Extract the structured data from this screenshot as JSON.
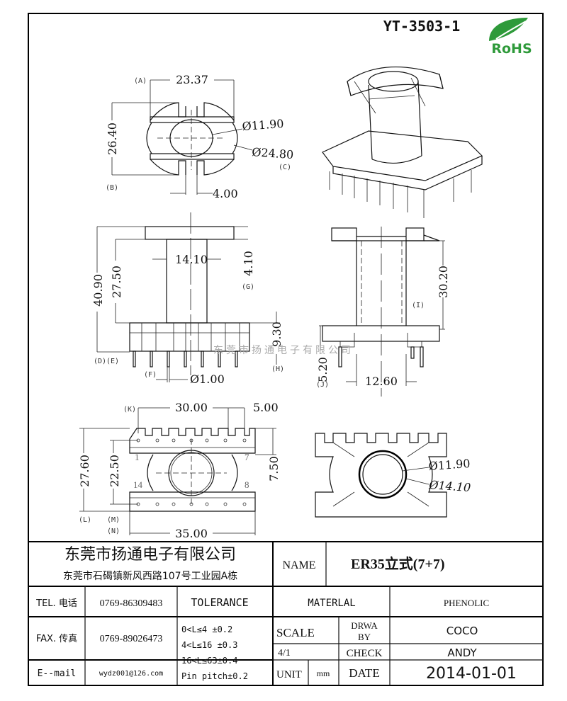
{
  "drawing": {
    "part_code": "YT-3503-1",
    "rohs_label": "RoHS",
    "watermark": "东莞市扬通电子有限公司",
    "top_view": {
      "width": "23.37",
      "height": "26.40",
      "inner_dia": "Ø11.90",
      "outer_dia": "Ø24.80",
      "slot": "4.00",
      "refs": [
        "(A)",
        "(B)",
        "(C)"
      ]
    },
    "front_view": {
      "total_height": "40.90",
      "winding_height": "27.50",
      "core_width": "14.10",
      "flange_top": "4.10",
      "base_height": "9.30",
      "pin_dia": "Ø1.00",
      "refs": [
        "(D)(E)",
        "(F)",
        "(G)",
        "(H)"
      ]
    },
    "side_view": {
      "height": "30.20",
      "base": "5.20",
      "width": "12.60",
      "refs": [
        "(I)",
        "(J)"
      ]
    },
    "bottom_view": {
      "pin_span": "30.00",
      "pin_pitch": "5.00",
      "overall_depth": "27.60",
      "row_spacing": "22.50",
      "comb_depth": "7.50",
      "overall_width": "35.00",
      "refs": [
        "(K)",
        "(L)",
        "(M)",
        "(N)"
      ],
      "pins": [
        "1",
        "7",
        "14",
        "8"
      ]
    },
    "end_view": {
      "inner_dia": "Ø11.90",
      "outer_dia": "Ø14.10"
    }
  },
  "title_block": {
    "company": "东莞市扬通电子有限公司",
    "address": "东莞市石碣镇新风西路107号工业园A栋",
    "name_label": "NAME",
    "name_value": "ER35立式(7+7)",
    "tel_label": "TEL. 电话",
    "tel_value": "0769-86309483",
    "fax_label": "FAX. 传真",
    "fax_value": "0769-89026473",
    "email_label": "E--mail",
    "email_value": "wydz001@126.com",
    "tolerance_label": "TOLERANCE",
    "tolerances": [
      "0<L≤4   ±0.2",
      "4<L≤16  ±0.3",
      "16<L≤63±0.4",
      "Pin pitch±0.2"
    ],
    "material_label": "MATERLAL",
    "material_value": "PHENOLIC",
    "scale_label": "SCALE",
    "scale_value": "4/1",
    "unit_label": "UNIT",
    "unit_value": "mm",
    "drawn_label_1": "DRWA",
    "drawn_label_2": "BY",
    "drawn_value": "COCO",
    "check_label": "CHECK",
    "check_value": "ANDY",
    "date_label": "DATE",
    "date_value": "2014-01-01"
  }
}
